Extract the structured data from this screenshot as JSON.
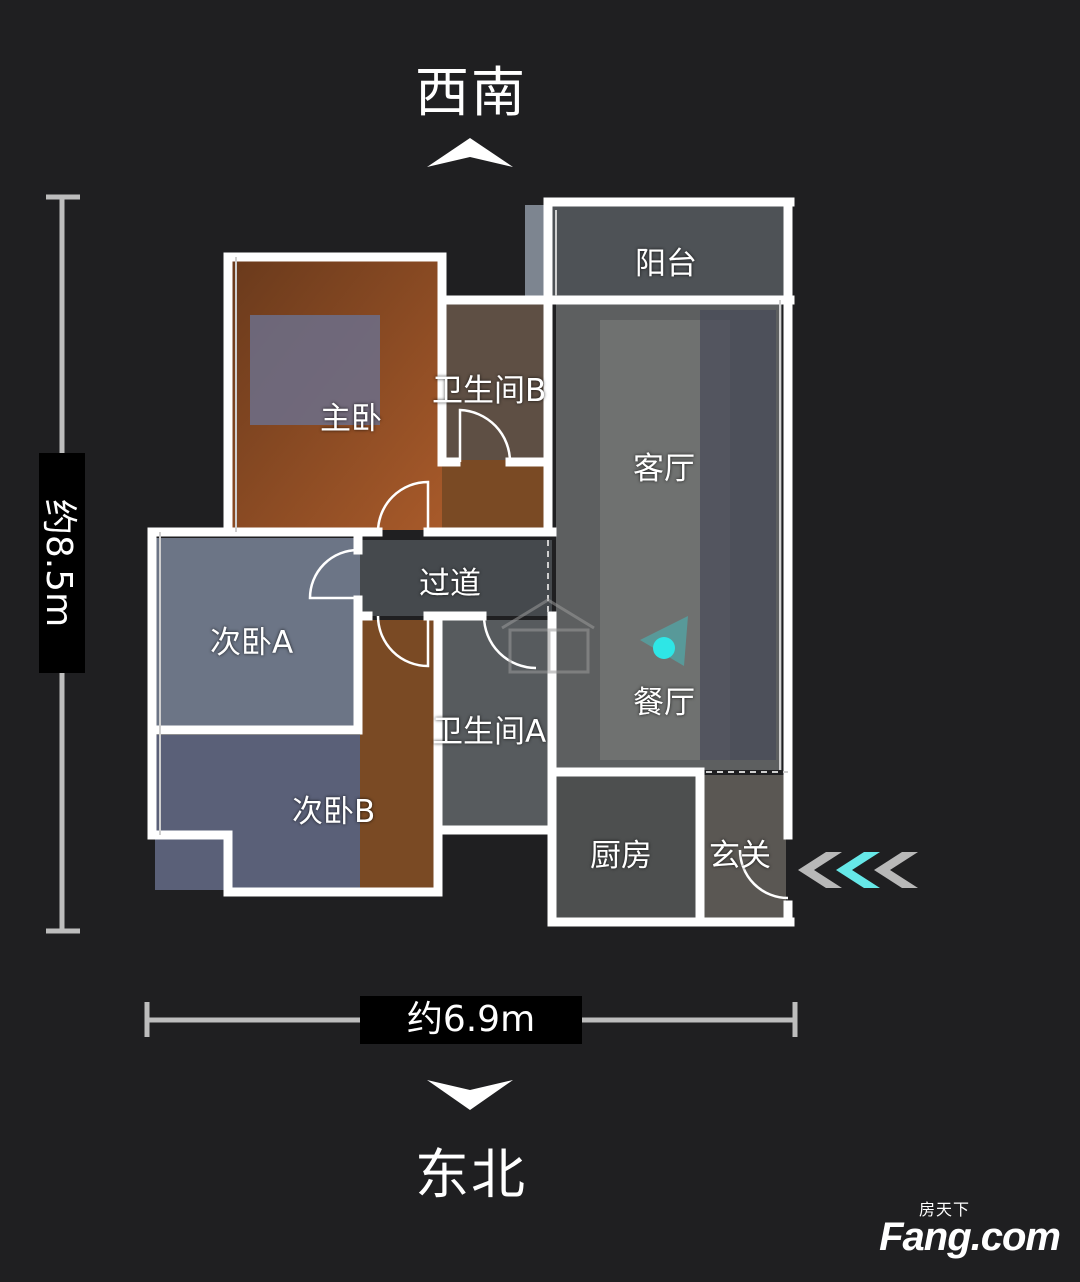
{
  "compass": {
    "top": "西南",
    "bottom": "东北"
  },
  "dimensions": {
    "height": "约8.5m",
    "width": "约6.9m"
  },
  "rooms": {
    "balcony": "阳台",
    "master_bedroom": "主卧",
    "bathroom_b": "卫生间B",
    "living_room": "客厅",
    "corridor": "过道",
    "second_bedroom_a": "次卧A",
    "dining_room": "餐厅",
    "bathroom_a": "卫生间A",
    "second_bedroom_b": "次卧B",
    "kitchen": "厨房",
    "entrance": "玄关"
  },
  "colors": {
    "background": "#1f1f21",
    "wall": "#ffffff",
    "marker": "#2ee6e6"
  },
  "watermark": {
    "cn": "房天下",
    "en": "Fang.com"
  }
}
